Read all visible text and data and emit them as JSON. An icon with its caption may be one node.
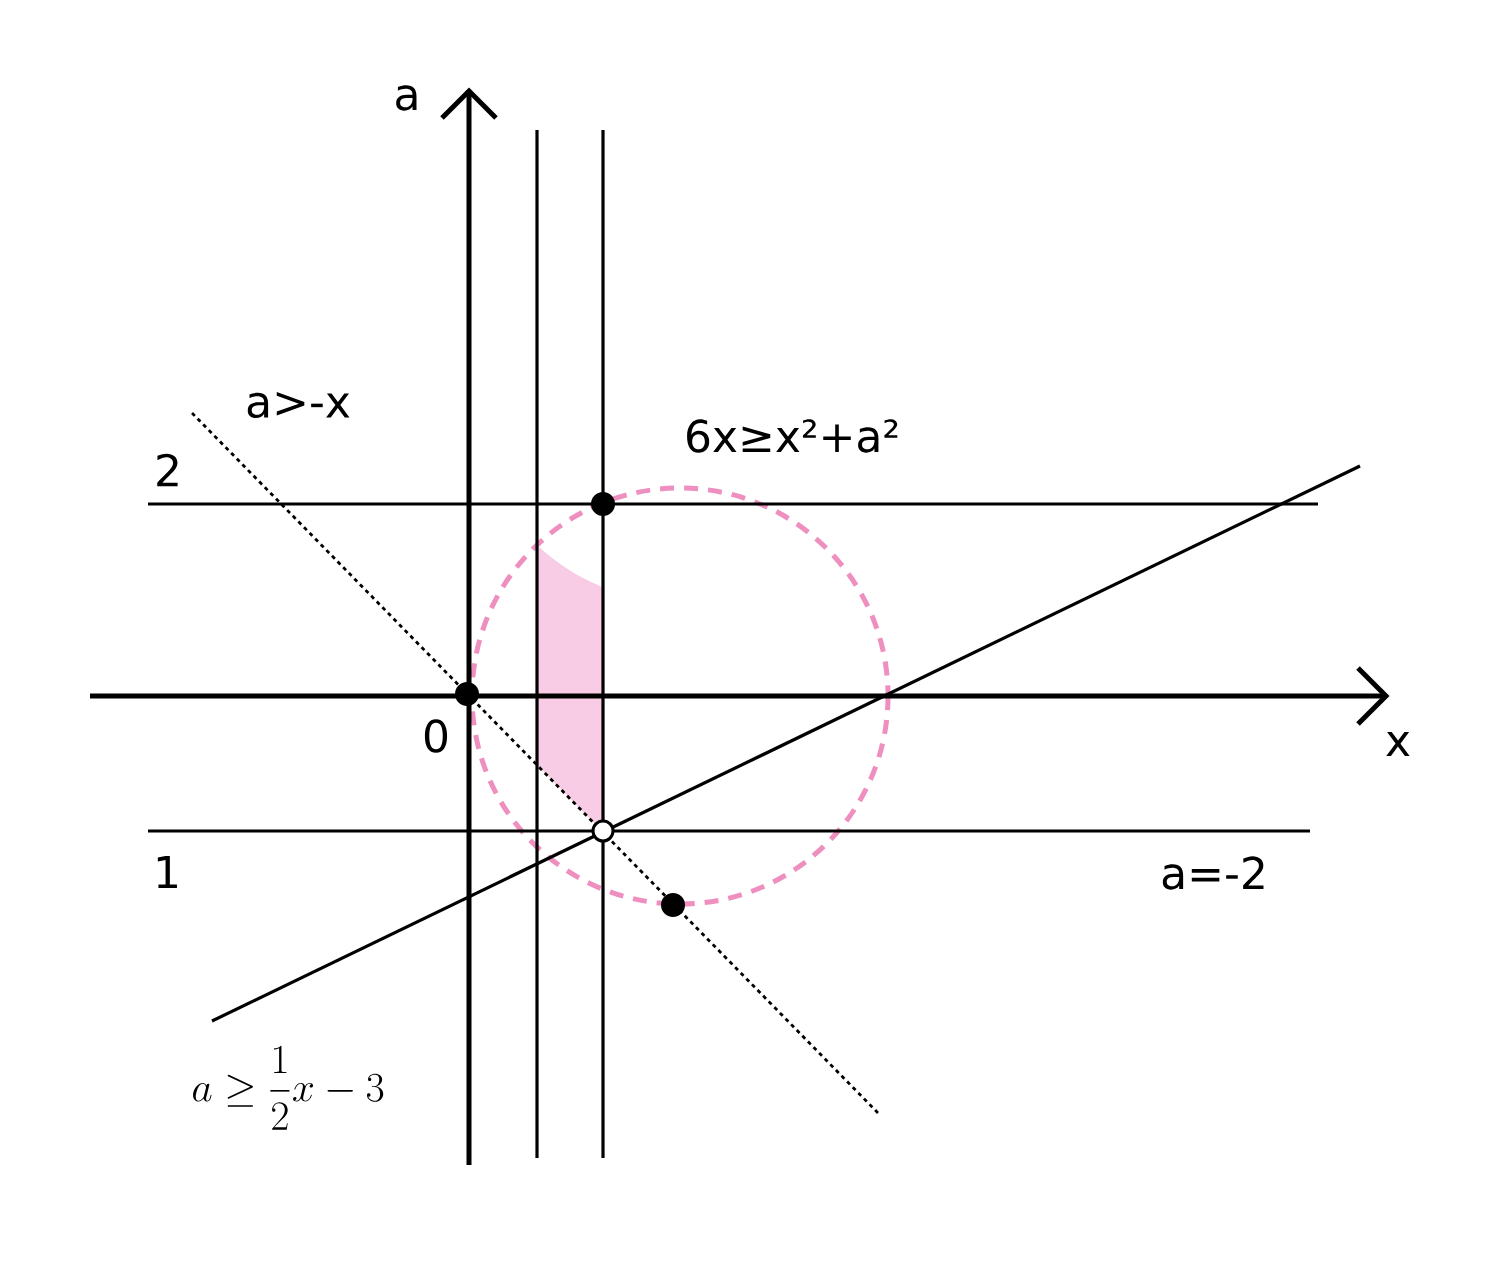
{
  "diagram": {
    "labels": [
      "a",
      "a>-x",
      "6x≥x²+a²",
      "2",
      "0",
      "x",
      "1",
      "a=-2",
      "a\\geq\\dfrac{1}{2}x-3"
    ]
  }
}
